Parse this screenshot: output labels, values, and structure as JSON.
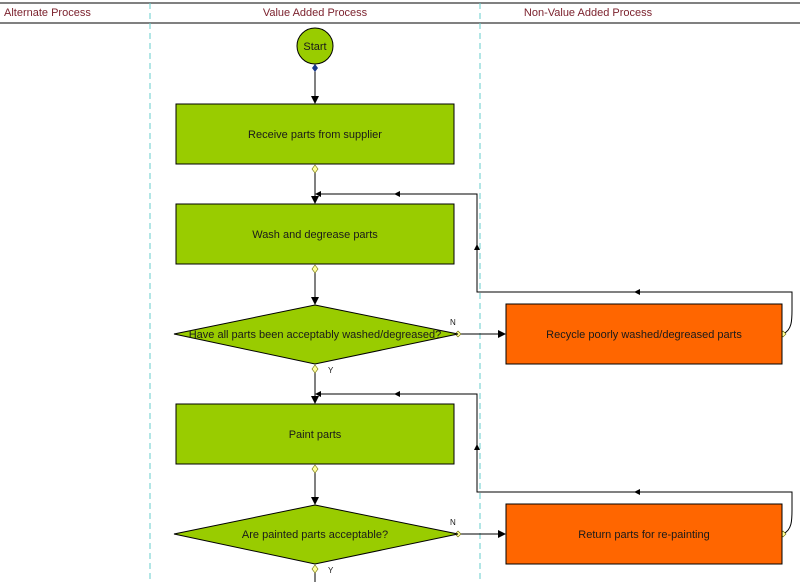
{
  "lanes": [
    {
      "id": "alternate",
      "title": "Alternate Process"
    },
    {
      "id": "value-added",
      "title": "Value Added Process"
    },
    {
      "id": "non-value-added",
      "title": "Non-Value Added Process"
    }
  ],
  "nodes": {
    "start": {
      "label": "Start",
      "shape": "circle"
    },
    "receive": {
      "label": "Receive parts from supplier",
      "shape": "process"
    },
    "wash": {
      "label": "Wash and degrease parts",
      "shape": "process"
    },
    "decision_wash": {
      "label": "Have all parts been acceptably washed/degreased?",
      "shape": "decision"
    },
    "recycle": {
      "label": "Recycle poorly washed/degreased parts",
      "shape": "process"
    },
    "paint": {
      "label": "Paint parts",
      "shape": "process"
    },
    "decision_paint": {
      "label": "Are painted parts acceptable?",
      "shape": "decision"
    },
    "repaint": {
      "label": "Return parts for re-painting",
      "shape": "process"
    }
  },
  "edge_labels": {
    "wash_no": "N",
    "wash_yes": "Y",
    "paint_no": "N",
    "paint_yes": "Y"
  },
  "colors": {
    "value_added_fill": "#99cc00",
    "non_value_added_fill": "#ff6600",
    "lane_divider": "#66cccc",
    "lane_title": "#7a1f2b"
  }
}
